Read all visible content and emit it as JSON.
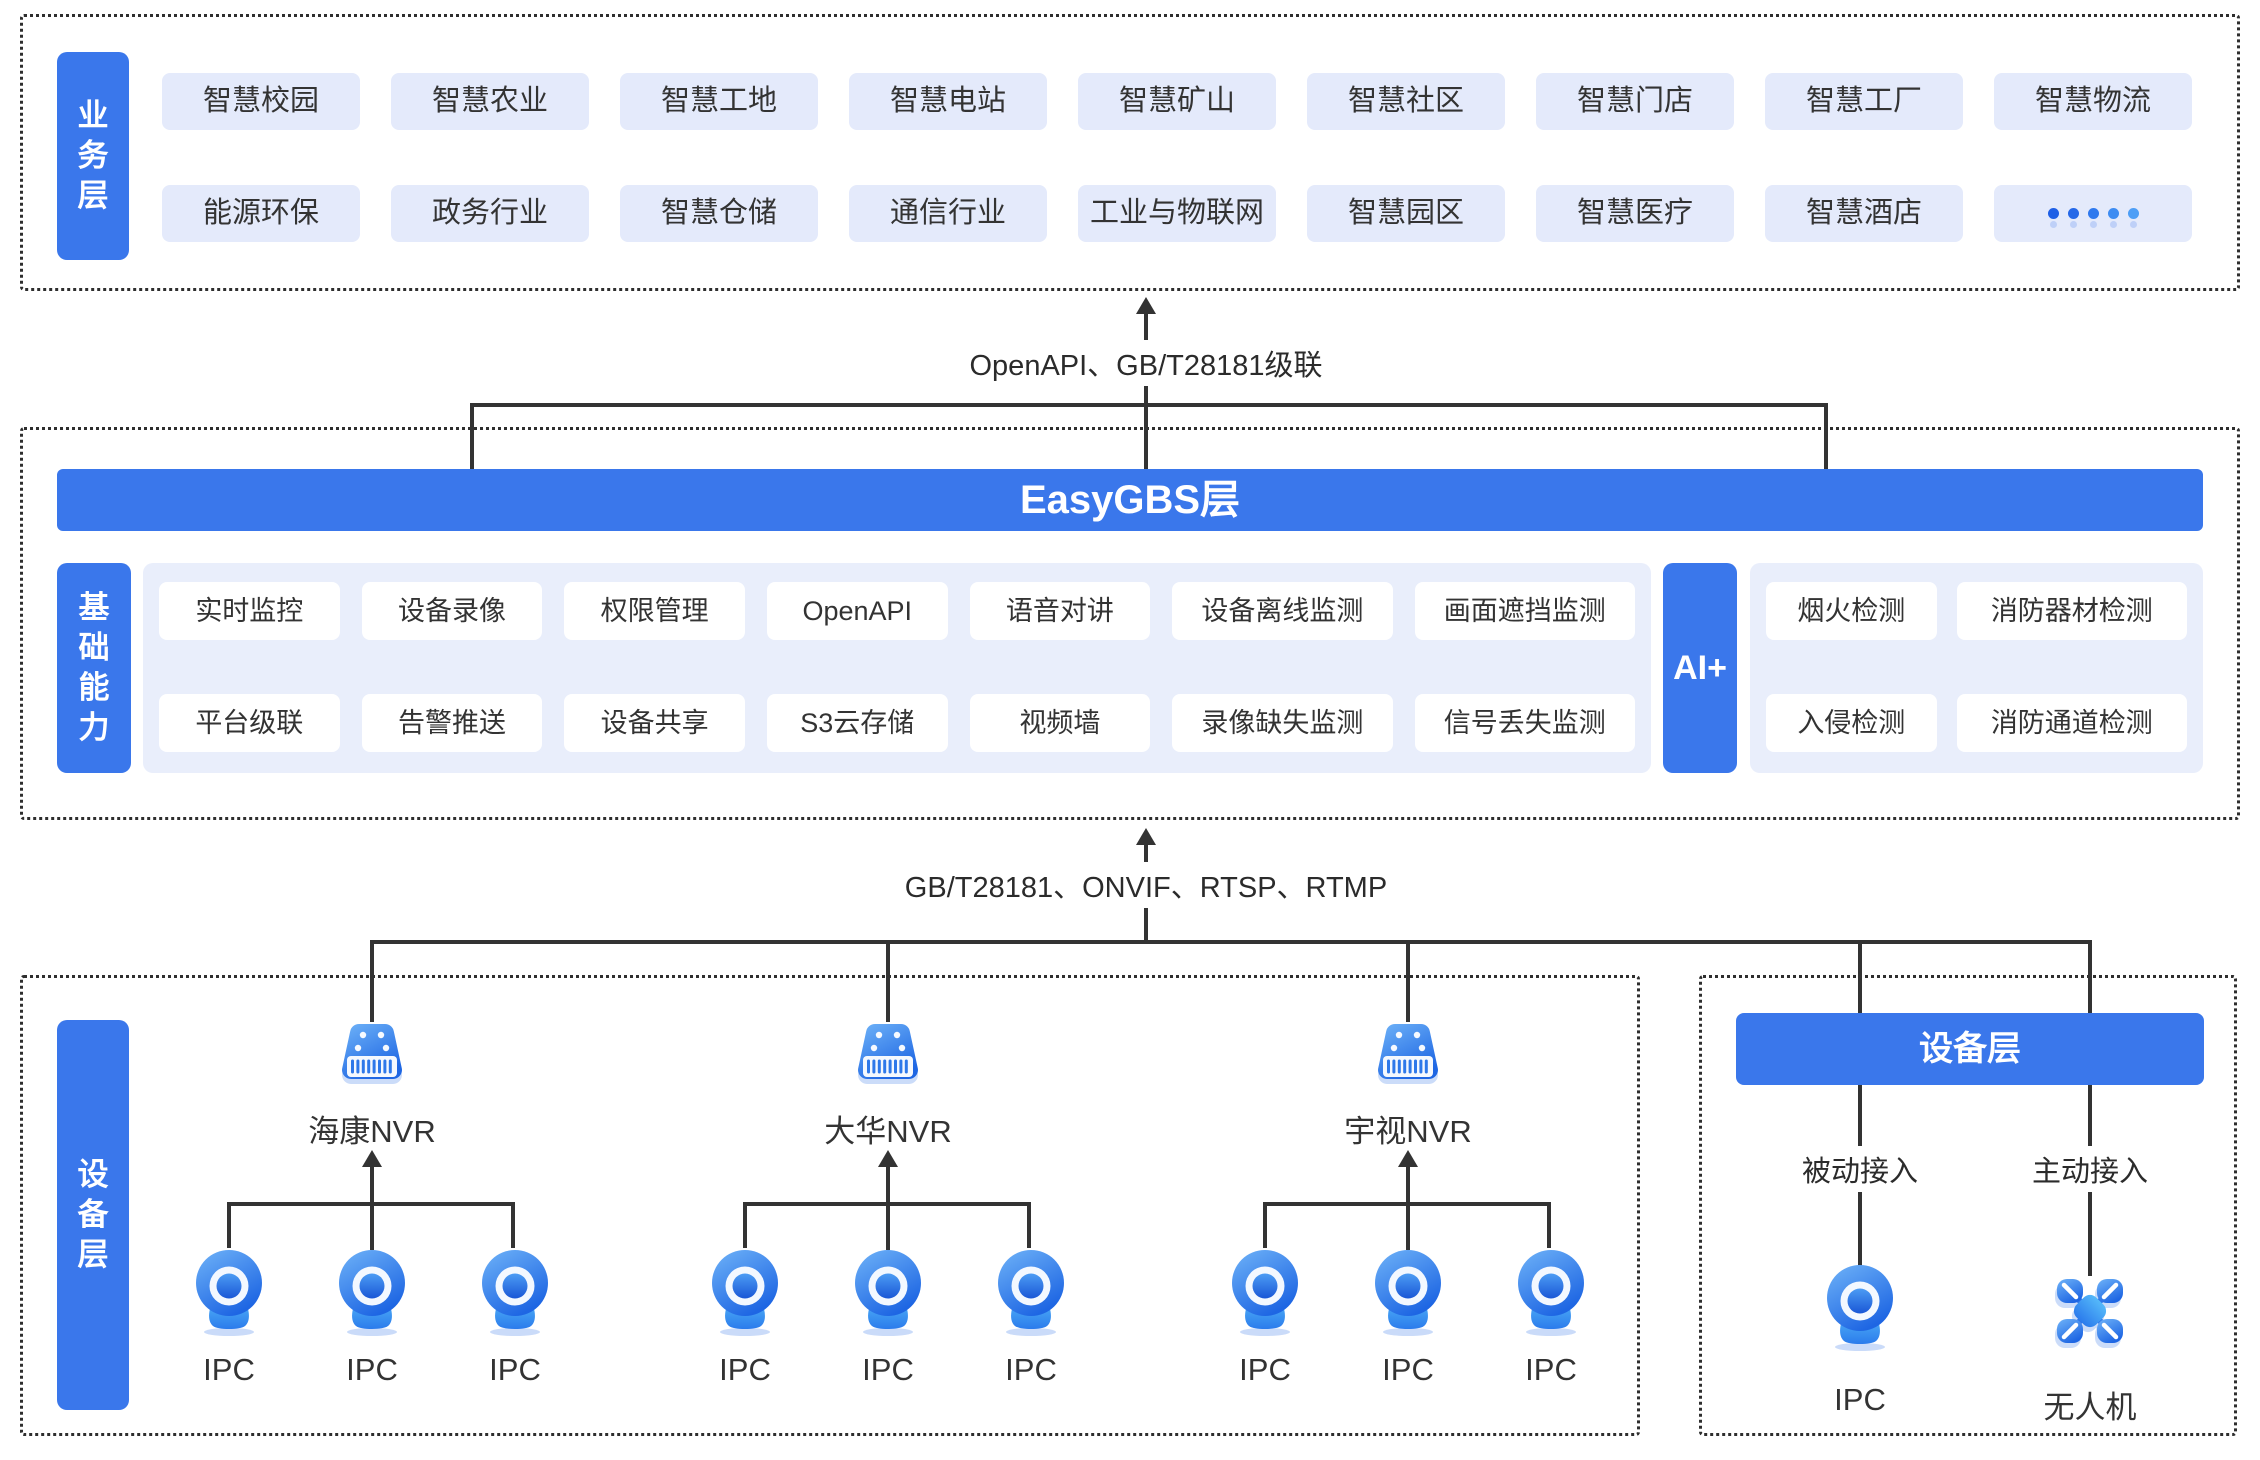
{
  "colors": {
    "primary_blue": "#3A77EB",
    "business_chip_bg": "#E4EAFB",
    "capability_panel_bg": "#E9EEFB",
    "white_chip_bg": "#FFFFFF",
    "line_color": "#333333",
    "text_color": "#333333"
  },
  "business_layer": {
    "label": "业务层",
    "row1": [
      "智慧校园",
      "智慧农业",
      "智慧工地",
      "智慧电站",
      "智慧矿山",
      "智慧社区",
      "智慧门店",
      "智慧工厂",
      "智慧物流"
    ],
    "row2": [
      "能源环保",
      "政务行业",
      "智慧仓储",
      "通信行业",
      "工业与物联网",
      "智慧园区",
      "智慧医疗",
      "智慧酒店"
    ],
    "more_indicator": "•••••"
  },
  "connector_top": {
    "label": "OpenAPI、GB/T28181级联"
  },
  "easygbs_layer": {
    "title": "EasyGBS层",
    "capability_label": "基础能力",
    "capability_row1": [
      "实时监控",
      "设备录像",
      "权限管理",
      "OpenAPI",
      "语音对讲",
      "设备离线监测",
      "画面遮挡监测"
    ],
    "capability_row2": [
      "平台级联",
      "告警推送",
      "设备共享",
      "S3云存储",
      "视频墙",
      "录像缺失监测",
      "信号丢失监测"
    ],
    "ai_label": "AI+",
    "ai_row1": [
      "烟火检测",
      "消防器材检测"
    ],
    "ai_row2": [
      "入侵检测",
      "消防通道检测"
    ]
  },
  "connector_bottom": {
    "label": "GB/T28181、ONVIF、RTSP、RTMP"
  },
  "device_layer": {
    "label": "设备层",
    "nvr_groups": [
      {
        "name": "海康NVR",
        "cameras": [
          "IPC",
          "IPC",
          "IPC"
        ]
      },
      {
        "name": "大华NVR",
        "cameras": [
          "IPC",
          "IPC",
          "IPC"
        ]
      },
      {
        "name": "宇视NVR",
        "cameras": [
          "IPC",
          "IPC",
          "IPC"
        ]
      }
    ],
    "right_panel": {
      "title": "设备层",
      "branches": [
        {
          "mode": "被动接入",
          "device": "IPC"
        },
        {
          "mode": "主动接入",
          "device": "无人机"
        }
      ]
    }
  }
}
